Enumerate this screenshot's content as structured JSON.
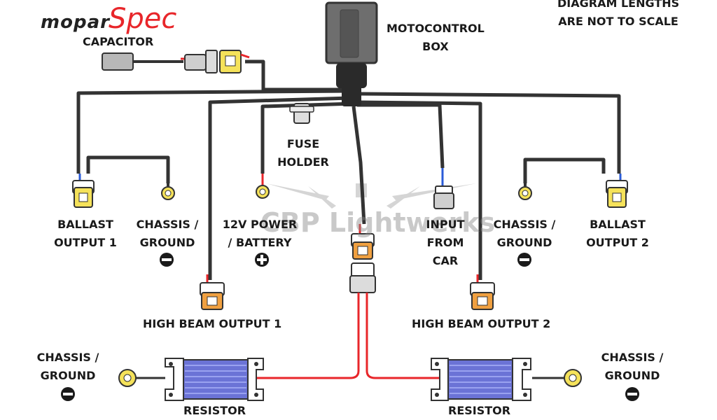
{
  "logo": {
    "part1": "mopar",
    "part2": "Spec"
  },
  "watermark": "CBP Lightwerks",
  "note": {
    "line1": "DIAGRAM LENGTHS",
    "line2": "ARE NOT TO SCALE"
  },
  "labels": {
    "capacitor": "CAPACITOR",
    "motocontrol": {
      "line1": "MOTOCONTROL",
      "line2": "BOX"
    },
    "fuse_holder": {
      "line1": "FUSE",
      "line2": "HOLDER"
    },
    "ballast_output_1": {
      "line1": "BALLAST",
      "line2": "OUTPUT 1"
    },
    "chassis_ground_left": {
      "line1": "CHASSIS /",
      "line2": "GROUND"
    },
    "power_battery": {
      "line1": "12V POWER",
      "line2": "/ BATTERY"
    },
    "input_from_car": {
      "line1": "INPUT",
      "line2": "FROM",
      "line3": "CAR"
    },
    "chassis_ground_right": {
      "line1": "CHASSIS /",
      "line2": "GROUND"
    },
    "ballast_output_2": {
      "line1": "BALLAST",
      "line2": "OUTPUT 2"
    },
    "high_beam_output_1": "HIGH BEAM OUTPUT 1",
    "high_beam_output_2": "HIGH BEAM OUTPUT 2",
    "chassis_ground_bottom_left": {
      "line1": "CHASSIS /",
      "line2": "GROUND"
    },
    "chassis_ground_bottom_right": {
      "line1": "CHASSIS /",
      "line2": "GROUND"
    },
    "resistor_left": "RESISTOR",
    "resistor_right": "RESISTOR"
  },
  "colors": {
    "wire_black": "#333333",
    "wire_red": "#e8262a",
    "wire_blue": "#2a5bd8",
    "resistor_blue": "#6b73d6",
    "connector_yellow": "#f5e25a",
    "connector_orange": "#f0a040",
    "logo_red": "#e8262a"
  }
}
